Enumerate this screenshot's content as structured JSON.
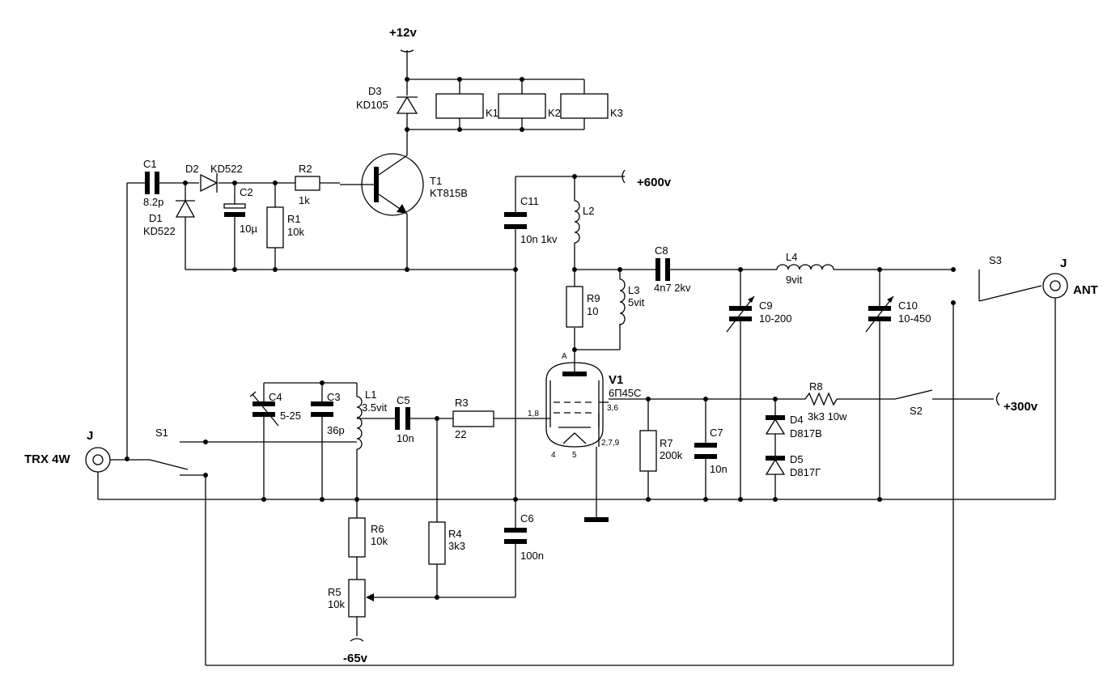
{
  "labels": {
    "supply_12v": "+12v",
    "supply_600v": "+600v",
    "supply_300v": "+300v",
    "supply_m65v": "-65v",
    "trx": "TRX 4W",
    "ant": "ANT",
    "jack": "J",
    "d3": "D3",
    "d3v": "KD105",
    "k1": "K1",
    "k2": "K2",
    "k3": "K3",
    "c1": "C1",
    "c1v": "8.2p",
    "d2": "D2",
    "d2v": "KD522",
    "d1": "D1",
    "d1v": "KD522",
    "c2": "C2",
    "c2v": "10µ",
    "r2": "R2",
    "r2v": "1k",
    "r1": "R1",
    "r1v": "10k",
    "t1": "T1",
    "t1v": "KT815B",
    "c11": "C11",
    "c11v": "10n 1kv",
    "l2": "L2",
    "c8": "C8",
    "c8v": "4n7 2kv",
    "l4": "L4",
    "l4v": "9vit",
    "s3": "S3",
    "r9": "R9",
    "r9v": "10",
    "l3": "L3",
    "l3v": "5vit",
    "c9": "C9",
    "c9v": "10-200",
    "c10": "C10",
    "c10v": "10-450",
    "v1": "V1",
    "v1v": "6П45С",
    "pin_a": "A",
    "pin18": "1,8",
    "pin36": "3,6",
    "pin4": "4",
    "pin5": "5",
    "pin279": "2,7,9",
    "r8": "R8",
    "r8v": "3k3 10w",
    "s2": "S2",
    "c4": "C4",
    "c4v": "5-25",
    "c3": "C3",
    "c3v": "36p",
    "l1": "L1",
    "l1v": "3.5vit",
    "c5": "C5",
    "c5v": "10n",
    "r3": "R3",
    "r3v": "22",
    "d4": "D4",
    "d4v": "D817B",
    "d5": "D5",
    "d5v": "D817Г",
    "s1": "S1",
    "r7": "R7",
    "r7v": "200k",
    "c7": "C7",
    "c7v": "10n",
    "r6": "R6",
    "r6v": "10k",
    "r4": "R4",
    "r4v": "3k3",
    "c6": "C6",
    "c6v": "100n",
    "r5": "R5",
    "r5v": "10k"
  }
}
